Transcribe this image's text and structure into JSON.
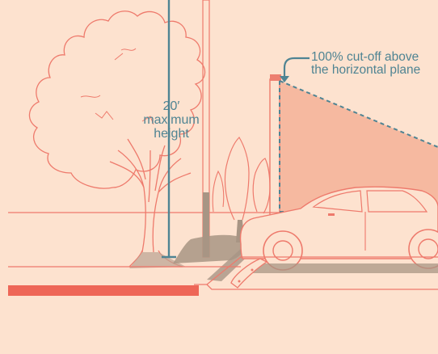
{
  "diagram": {
    "height_label": {
      "line1": "20′",
      "line2": "maximum",
      "line3": "height"
    },
    "cutoff_label": {
      "line1": "100% cut-off above",
      "line2": "the horizontal plane"
    }
  },
  "colors": {
    "background": "#fde2cf",
    "outline": "#ee7a6c",
    "accent_blue": "#4f8493",
    "light_cone": "#f6b9a0",
    "curb_red": "#ee6657",
    "shadow": "#a89584",
    "pole": "#ed7f70"
  }
}
